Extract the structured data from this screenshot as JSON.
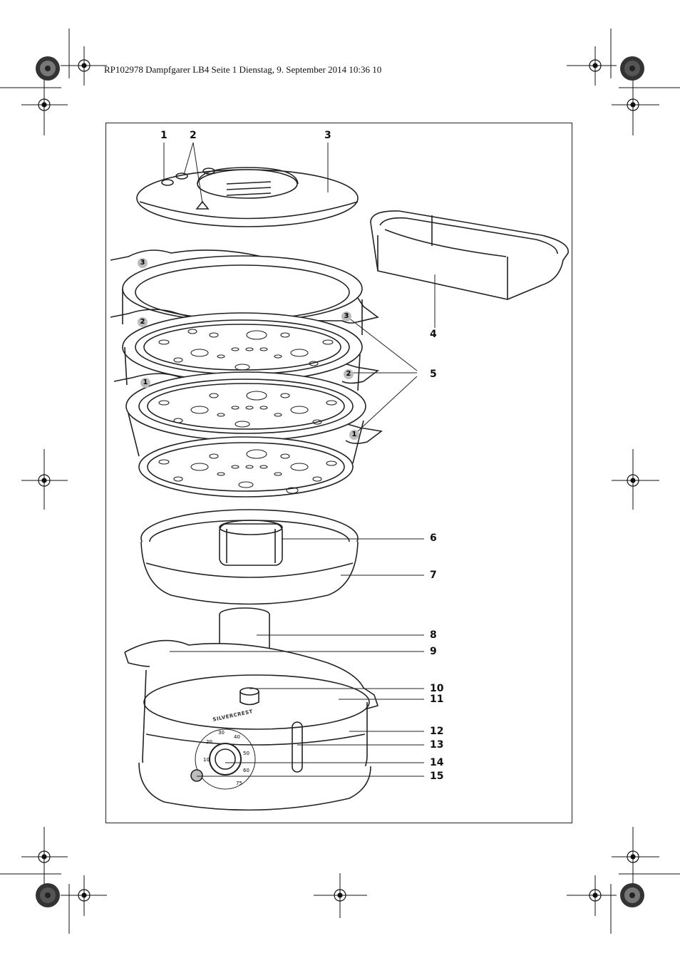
{
  "header": {
    "text": "RP102978 Dampfgarer LB4  Seite 1  Dienstag, 9. September 2014  10:36 10"
  },
  "labels": [
    "1",
    "2",
    "3",
    "4",
    "5",
    "6",
    "7",
    "8",
    "9",
    "10",
    "11",
    "12",
    "13",
    "14",
    "15"
  ],
  "tier_numbers": [
    "3",
    "3",
    "2",
    "2",
    "1",
    "1"
  ],
  "timer_scale": [
    "30",
    "20",
    "10",
    "40",
    "50",
    "60",
    "75"
  ],
  "brand": "SILVERCREST",
  "colors": {
    "line": "#222222",
    "registration": "#111111",
    "shade": "#bdbdbd"
  }
}
